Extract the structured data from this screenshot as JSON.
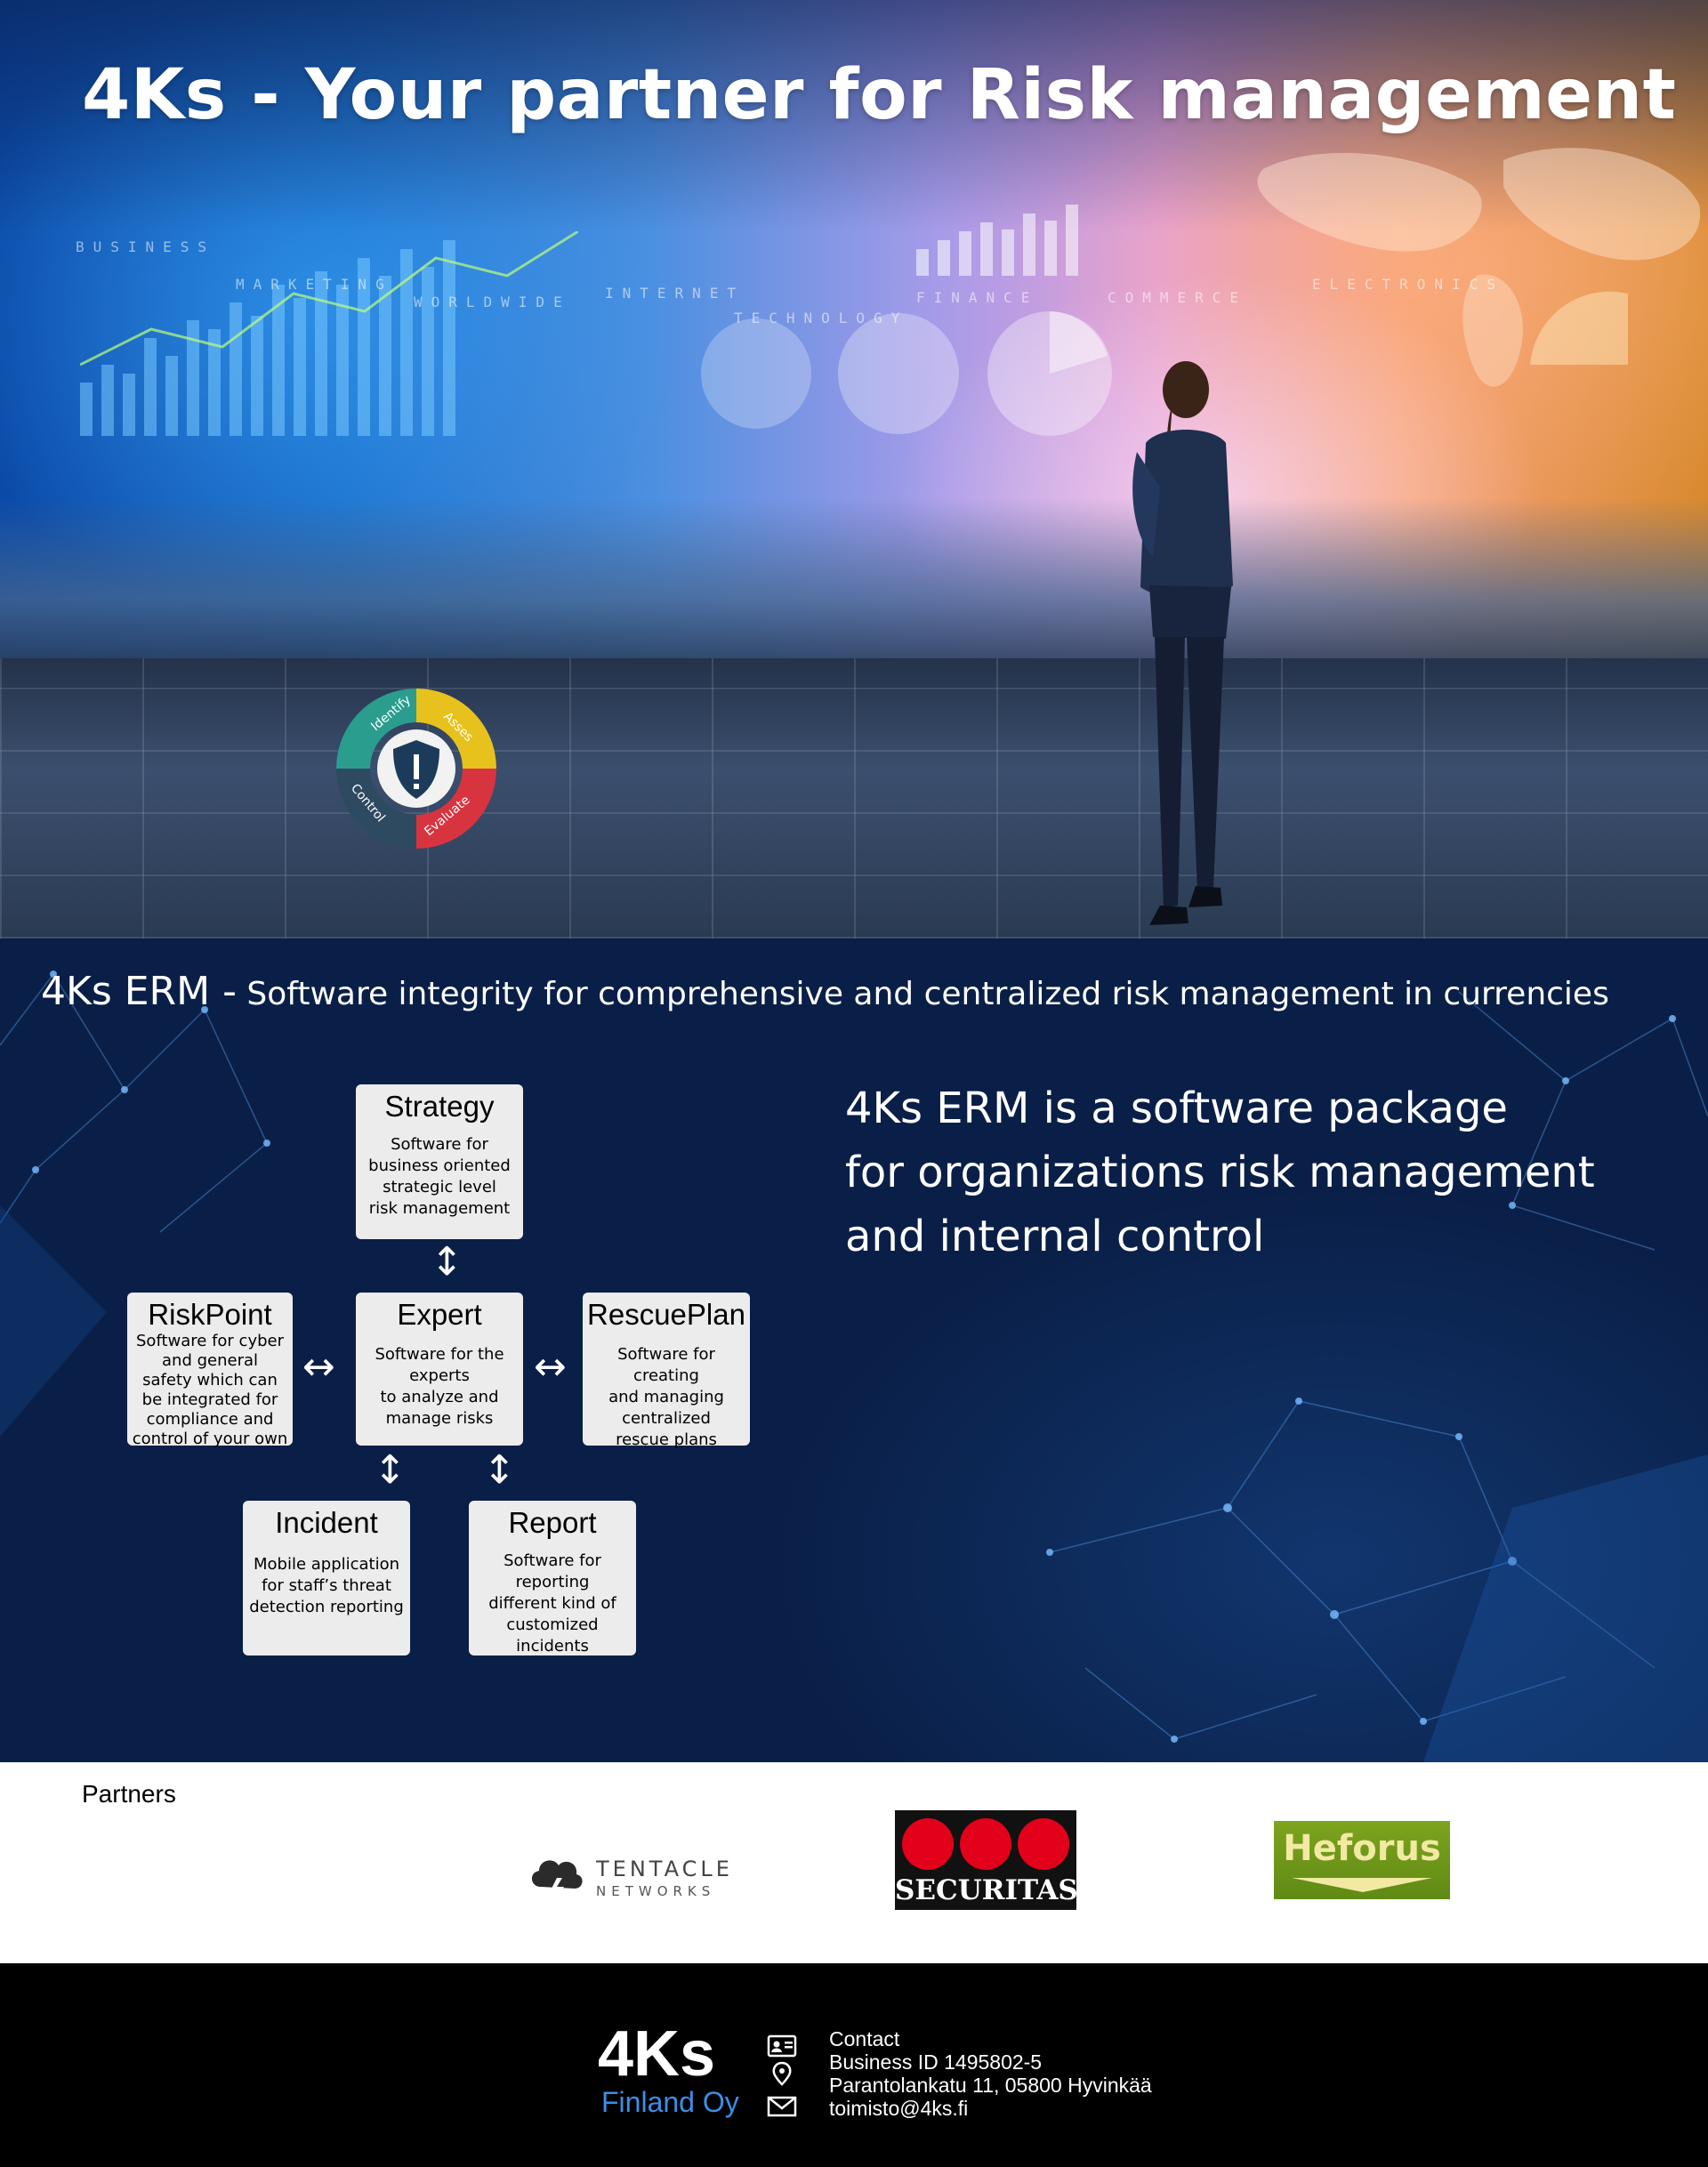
{
  "hero": {
    "title": "4Ks - Your partner for Risk management",
    "labels": [
      "BUSINESS",
      "MARKETING",
      "WORLDWIDE",
      "INTERNET",
      "TECHNOLOGY",
      "FINANCE",
      "COMMERCE",
      "ELECTRONICS"
    ],
    "cycle": {
      "steps": [
        "Identify",
        "Asses",
        "Evaluate",
        "Control"
      ]
    }
  },
  "erm": {
    "title_bold": "4Ks  ERM -",
    "title_rest": " Software integrity for comprehensive and centralized risk management in currencies",
    "description_lines": [
      "4Ks ERM is a software package",
      "for organizations risk management",
      "and internal control"
    ],
    "modules": {
      "strategy": {
        "title": "Strategy",
        "lines": [
          "Software for",
          "business oriented",
          "strategic level",
          "risk management"
        ]
      },
      "riskpoint": {
        "title": "RiskPoint",
        "lines": [
          "Software for cyber",
          "and general",
          "safety which can",
          "be integrated for",
          "compliance and",
          "control of your own"
        ]
      },
      "expert": {
        "title": "Expert",
        "lines": [
          "Software for the",
          "experts",
          "to analyze and",
          "manage risks"
        ]
      },
      "rescueplan": {
        "title": "RescuePlan",
        "lines": [
          "Software for creating",
          "and managing",
          "centralized",
          "rescue plans"
        ]
      },
      "incident": {
        "title": "Incident",
        "lines": [
          "Mobile application",
          "for staff’s threat",
          "detection reporting"
        ]
      },
      "report": {
        "title": "Report",
        "lines": [
          "Software for",
          "reporting",
          "different kind of",
          "customized incidents"
        ]
      }
    }
  },
  "partners": {
    "title": "Partners",
    "tentacle": {
      "name": "TENTACLE",
      "sub": "NETWORKS"
    },
    "securitas": {
      "name": "SECURITAS"
    },
    "heforus": {
      "name": "Heforus"
    }
  },
  "footer": {
    "logo": "4Ks",
    "logo_sub": "Finland Oy",
    "contact_label": "Contact",
    "business_id": "Business ID   1495802-5",
    "address": "Parantolankatu 11, 05800 Hyvinkää",
    "email": "toimisto@4ks.fi"
  }
}
